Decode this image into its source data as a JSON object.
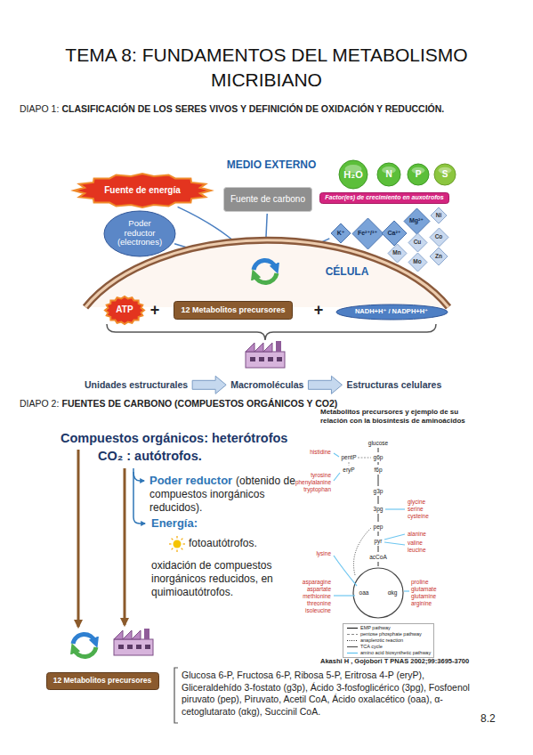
{
  "diagram": {
    "title": "TEMA 8: FUNDAMENTOS DEL METABOLISMO MICRIBIANO",
    "nodes": [
      {
        "text": [
          "Fuente de energía"
        ]
      },
      {
        "text": [
          "Fuente de carbono"
        ]
      },
      {
        "text": [
          "Poder reductor (electrones)"
        ]
      },
      {
        "text": [
          "H₂O"
        ]
      },
      {
        "text": [
          "N"
        ]
      },
      {
        "text": [
          "P"
        ]
      },
      {
        "text": [
          "S"
        ]
      },
      {
        "text": [
          "Factor(es) de crecimiento en auxotrofos"
        ]
      },
      {
        "text": [
          "K⁺"
        ]
      },
      {
        "text": [
          "Fe²⁺/³⁺"
        ]
      },
      {
        "text": [
          "Ca²⁺"
        ]
      },
      {
        "text": [
          "Mg²⁺"
        ]
      },
      {
        "text": [
          "Ni"
        ]
      },
      {
        "text": [
          "Cu"
        ]
      },
      {
        "text": [
          "Co"
        ]
      },
      {
        "text": [
          "Mn"
        ]
      },
      {
        "text": [
          "Mo"
        ]
      },
      {
        "text": [
          "Zn"
        ]
      },
      {
        "text": [
          "ATP"
        ]
      },
      {
        "text": [
          "12 Metabolitos precursores"
        ]
      },
      {
        "text": [
          "NADH+H⁺ / NADPH+H⁺"
        ]
      },
      {
        "text": [
          "12 Metabolitos precursores"
        ]
      }
    ],
    "labels": [
      "DIAPO 1:",
      "CLASIFICACIÓN DE LOS SERES VIVOS Y DEFINICIÓN DE OXIDACIÓN Y REDUCCIÓN.",
      "MEDIO EXTERNO",
      "CÉLULA",
      "+",
      "+",
      "Unidades estructurales",
      "Macromoléculas",
      "Estructuras celulares",
      "DIAPO 2:",
      "FUENTES DE CARBONO (COMPUESTOS ORGÁNICOS Y CO2)",
      "Compuestos orgánicos: heterótrofos",
      "CO₂ : autótrofos.",
      "Poder reductor",
      "(obtenido de compuestos inorgánicos reducidos).",
      "Energía:",
      "fotoautótrofos.",
      "oxidación de compuestos inorgánicos reducidos, en quimioautótrofos.",
      "Metabolitos precursores y ejemplo de su relación con la biosíntesis de aminoácidos",
      "glucose",
      "g6p",
      "f6p",
      "g3p",
      "3pg",
      "pep",
      "pyr",
      "acCoA",
      "pentP",
      "eryP",
      "histidine",
      "tyrosine",
      "phenylalanine",
      "tryptophan",
      "glycine",
      "serine",
      "cysteine",
      "alanine",
      "valine",
      "leucine",
      "lysine",
      "oaa",
      "αkg",
      "asparagine",
      "aspartate",
      "methionine",
      "threonine",
      "isoleucine",
      "proline",
      "glutamate",
      "glutamine",
      "arginine",
      "Akashi H , Gojobori T PNAS 2002;99:3695-3700",
      "Glucosa 6-P, Fructosa 6-P, Ribosa 5-P, Eritrosa 4-P (eryP), Gliceraldehído 3-fostato (g3p), Ácido 3-fosfoglicérico (3pg), Fosfoenol piruvato (pep), Piruvato, Acetil CoA, Ácido oxalacético (oaa), α-cetoglutarato (αkg), Succinil CoA.",
      "8.2"
    ],
    "legend": [
      {
        "text": "EMP pathway"
      },
      {
        "text": "pentose phosphate pathway"
      },
      {
        "text": "anaplerotic reaction"
      },
      {
        "text": "TCA cycle"
      },
      {
        "text": "amino acid biosynthetic pathway"
      }
    ]
  }
}
